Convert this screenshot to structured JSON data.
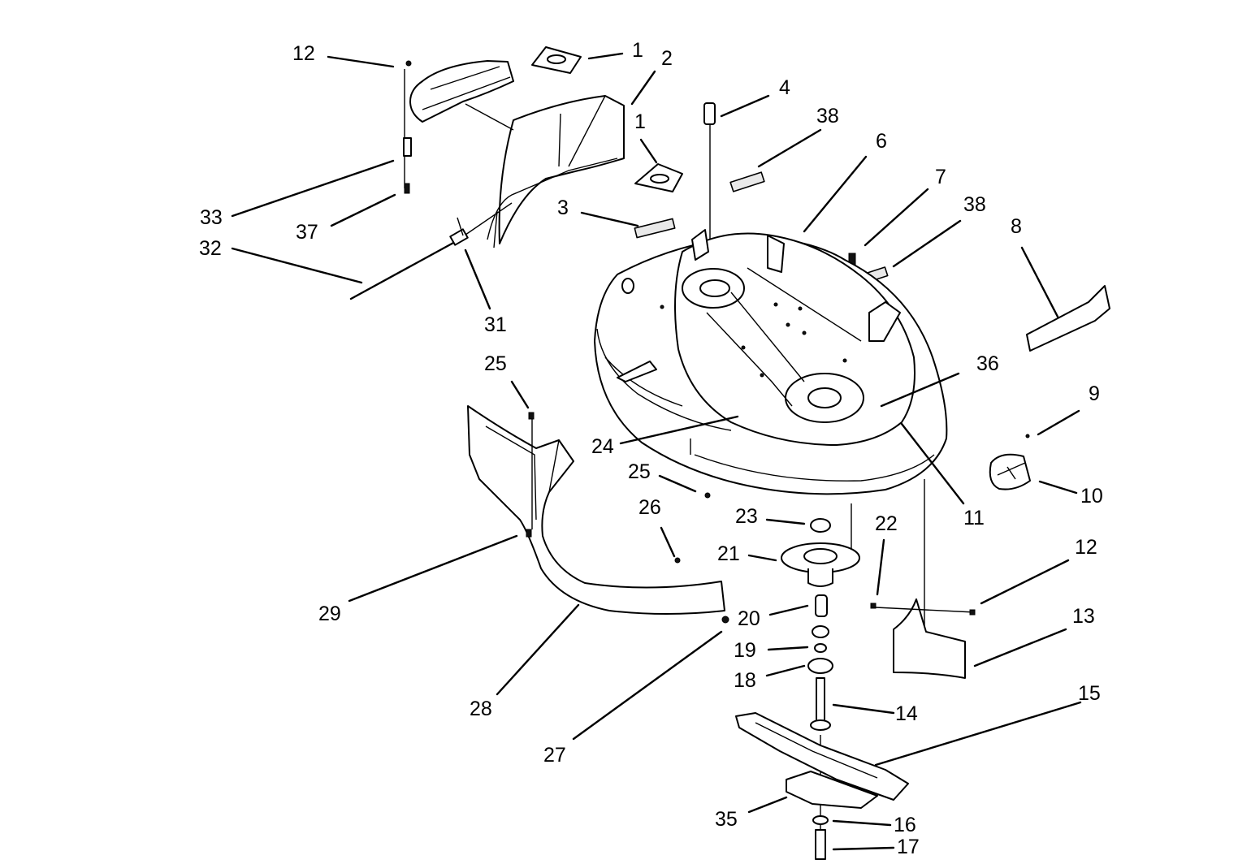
{
  "callouts": [
    {
      "id": "c1a",
      "label": "1"
    },
    {
      "id": "c2",
      "label": "2"
    },
    {
      "id": "c1b",
      "label": "1"
    },
    {
      "id": "c12a",
      "label": "12"
    },
    {
      "id": "c4",
      "label": "4"
    },
    {
      "id": "c38a",
      "label": "38"
    },
    {
      "id": "c6",
      "label": "6"
    },
    {
      "id": "c7",
      "label": "7"
    },
    {
      "id": "c38b",
      "label": "38"
    },
    {
      "id": "c8",
      "label": "8"
    },
    {
      "id": "c3",
      "label": "3"
    },
    {
      "id": "c33",
      "label": "33"
    },
    {
      "id": "c37",
      "label": "37"
    },
    {
      "id": "c32",
      "label": "32"
    },
    {
      "id": "c31",
      "label": "31"
    },
    {
      "id": "c36",
      "label": "36"
    },
    {
      "id": "c9",
      "label": "9"
    },
    {
      "id": "c10",
      "label": "10"
    },
    {
      "id": "c11",
      "label": "11"
    },
    {
      "id": "c25a",
      "label": "25"
    },
    {
      "id": "c24",
      "label": "24"
    },
    {
      "id": "c25b",
      "label": "25"
    },
    {
      "id": "c26",
      "label": "26"
    },
    {
      "id": "c23",
      "label": "23"
    },
    {
      "id": "c21",
      "label": "21"
    },
    {
      "id": "c22",
      "label": "22"
    },
    {
      "id": "c12b",
      "label": "12"
    },
    {
      "id": "c13",
      "label": "13"
    },
    {
      "id": "c29",
      "label": "29"
    },
    {
      "id": "c20",
      "label": "20"
    },
    {
      "id": "c19",
      "label": "19"
    },
    {
      "id": "c18",
      "label": "18"
    },
    {
      "id": "c28",
      "label": "28"
    },
    {
      "id": "c27",
      "label": "27"
    },
    {
      "id": "c14",
      "label": "14"
    },
    {
      "id": "c15",
      "label": "15"
    },
    {
      "id": "c35",
      "label": "35"
    },
    {
      "id": "c16",
      "label": "16"
    },
    {
      "id": "c17",
      "label": "17"
    }
  ]
}
